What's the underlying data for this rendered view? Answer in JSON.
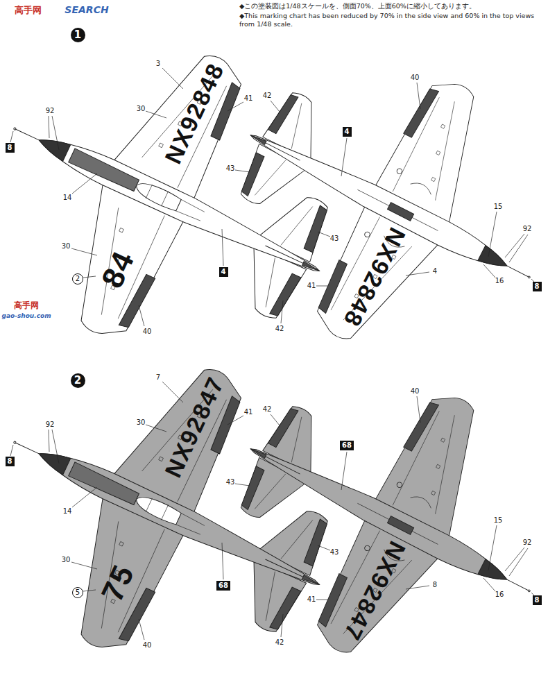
{
  "diagram": {
    "nodes": [
      {
        "text": [
          "1"
        ]
      },
      {
        "text": [
          "8"
        ]
      },
      {
        "text": [
          "4"
        ]
      },
      {
        "text": [
          "2"
        ]
      },
      {
        "text": [
          "4"
        ]
      },
      {
        "text": [
          "8"
        ]
      },
      {
        "text": [
          "2"
        ]
      },
      {
        "text": [
          "8"
        ]
      },
      {
        "text": [
          "5"
        ]
      },
      {
        "text": [
          "68"
        ]
      },
      {
        "text": [
          "68"
        ]
      },
      {
        "text": [
          "8"
        ]
      }
    ],
    "labels": [
      "高手网",
      "SEARCH",
      "◆この塗装図は1/48スケールを、側面70%、上面60%に縮小してあります。",
      "◆This marking chart has been reduced by 70% in the side view and 60% in the top views from 1/48 scale.",
      "92",
      "14",
      "3",
      "30",
      "41",
      "30",
      "40",
      "43",
      "42",
      "NX92848",
      "84",
      "40",
      "15",
      "92",
      "16",
      "4",
      "41",
      "43",
      "42",
      "NX92848",
      "7",
      "30",
      "41",
      "42",
      "43",
      "92",
      "14",
      "30",
      "43",
      "42",
      "40",
      "NX92847",
      "75",
      "40",
      "15",
      "92",
      "16",
      "8",
      "41",
      "NX92847",
      "高手网",
      "gao-shou.com"
    ]
  }
}
